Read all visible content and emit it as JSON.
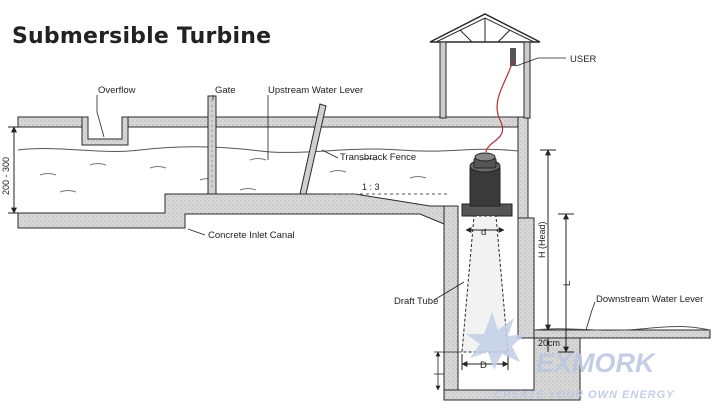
{
  "title": "Submersible Turbine",
  "labels": {
    "overflow": "Overflow",
    "gate": "Gate",
    "upstream": "Upstream Water Lever",
    "fence": "Transbrack Fence",
    "canal": "Concrete Inlet Canal",
    "draft_tube": "Draft Tube",
    "downstream": "Downstream Water Lever",
    "user": "USER"
  },
  "dimensions": {
    "depth": "200 - 300",
    "slope": "1 : 3",
    "d_small": "d",
    "d_large": "D",
    "head": "H (Head)",
    "length": "L",
    "clearance": "20cm"
  },
  "watermark": {
    "brand": "EXMORK",
    "tagline": "CREATE YOUR OWN ENERGY"
  },
  "colors": {
    "wall_fill": "#d6d6d6",
    "line": "#2a2a2a",
    "cable": "#b03030",
    "watermark": "#b9c6e2"
  }
}
